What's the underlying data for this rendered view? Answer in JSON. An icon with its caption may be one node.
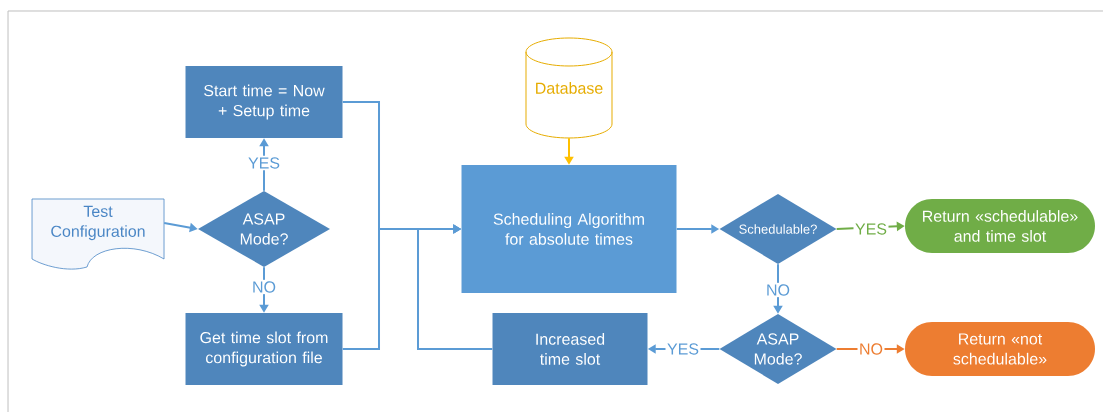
{
  "diagram": {
    "nodes": [
      {
        "text": [
          "Test Configuration"
        ]
      },
      {
        "text": [
          "ASAP Mode?"
        ]
      },
      {
        "text": [
          "Start time = Now + Setup time"
        ]
      },
      {
        "text": [
          "Get time slot from configuration file"
        ]
      },
      {
        "text": [
          "Database"
        ]
      },
      {
        "text": [
          "Scheduling Algorithm for absolute times"
        ]
      },
      {
        "text": [
          "Schedulable?"
        ]
      },
      {
        "text": [
          "Return «schedulable» and time slot"
        ]
      },
      {
        "text": [
          "ASAP Mode?"
        ]
      },
      {
        "text": [
          "Increased time slot"
        ]
      },
      {
        "text": [
          "Return «not schedulable»"
        ]
      }
    ],
    "edges": [
      {
        "from": 0,
        "to": 1,
        "arrow": "to"
      },
      {
        "from": 1,
        "to": 2,
        "arrow": "to",
        "label": "YES"
      },
      {
        "from": 1,
        "to": 3,
        "arrow": "to",
        "label": "NO"
      },
      {
        "from": 2,
        "to": 5,
        "arrow": "to"
      },
      {
        "from": 3,
        "to": 5,
        "arrow": "to"
      },
      {
        "from": 9,
        "to": 5,
        "arrow": "to"
      },
      {
        "from": 4,
        "to": 5,
        "arrow": "to",
        "color": "#ffc000"
      },
      {
        "from": 5,
        "to": 6,
        "arrow": "to"
      },
      {
        "from": 6,
        "to": 7,
        "arrow": "to",
        "label": "YES",
        "color": "#70ad47"
      },
      {
        "from": 6,
        "to": 8,
        "arrow": "to",
        "label": "NO"
      },
      {
        "from": 8,
        "to": 9,
        "arrow": "to",
        "label": "YES"
      },
      {
        "from": 8,
        "to": 10,
        "arrow": "to",
        "label": "NO",
        "color": "#ed7d31"
      }
    ]
  }
}
